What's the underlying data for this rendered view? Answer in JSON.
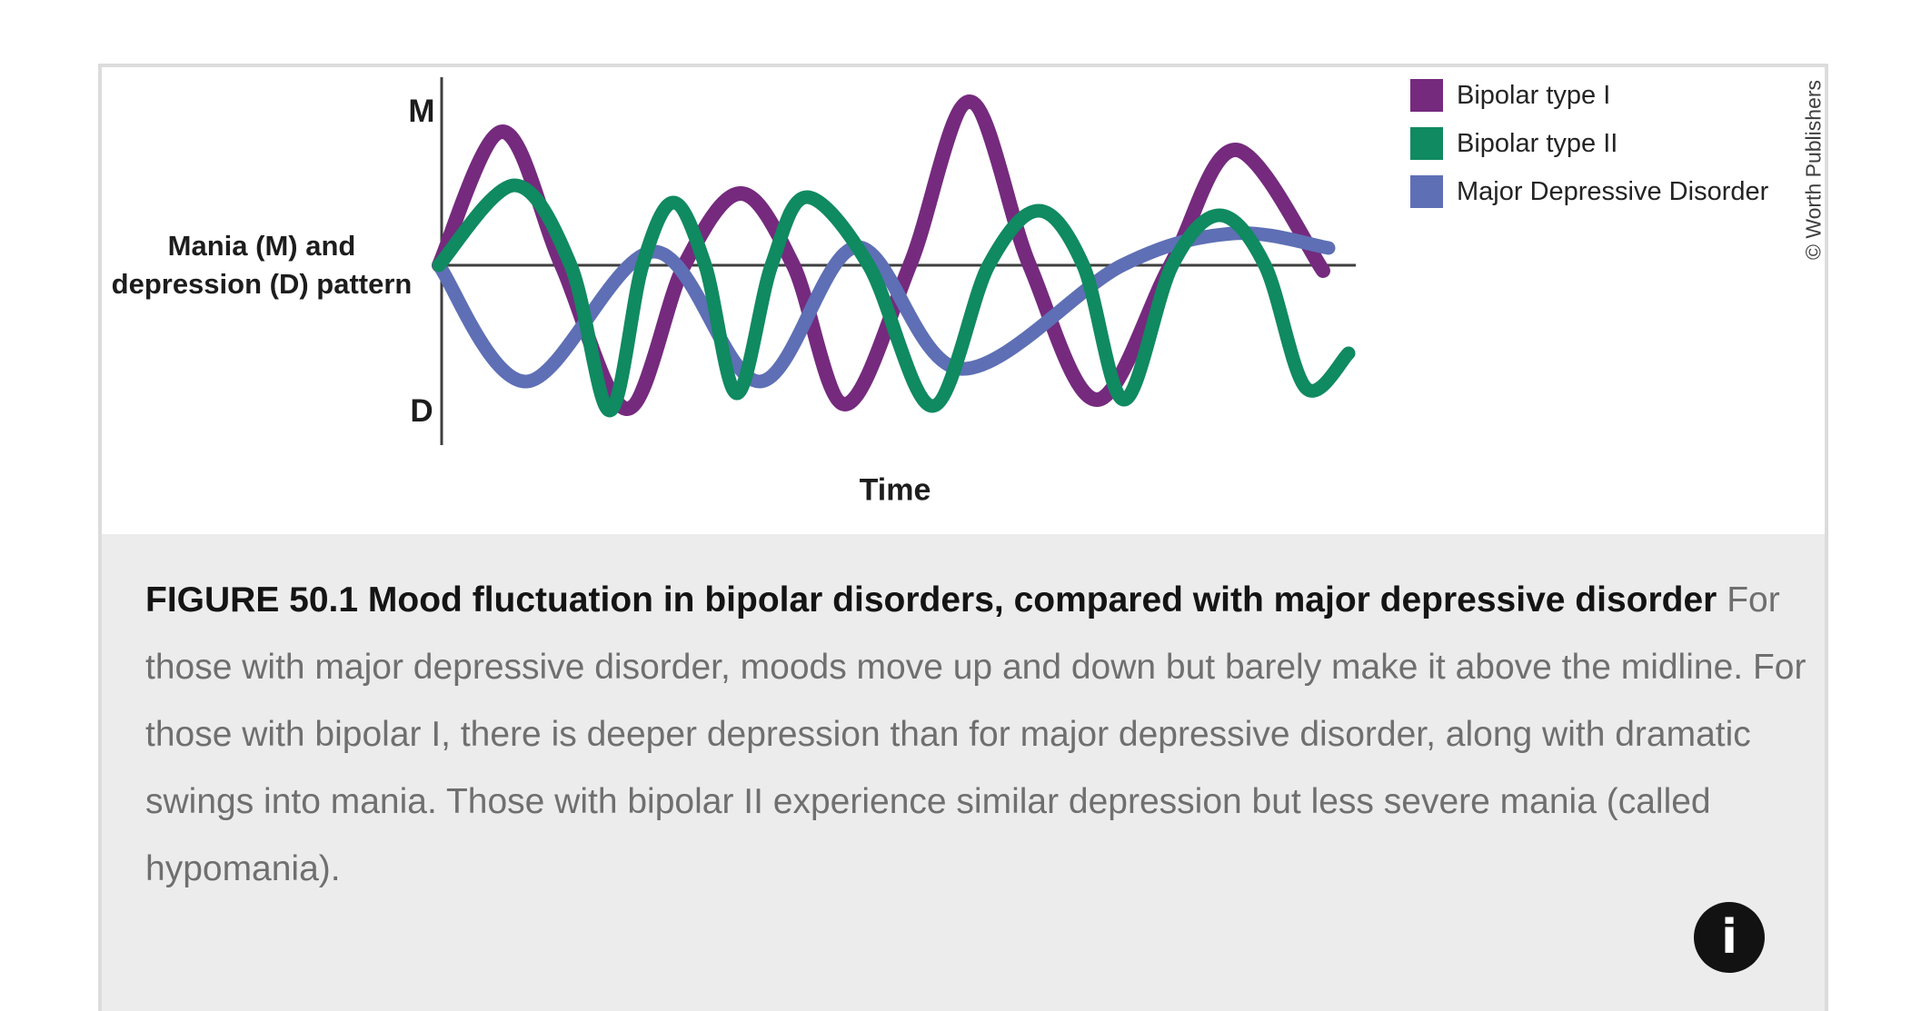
{
  "figure": {
    "credit": "© Worth Publishers"
  },
  "caption": {
    "title": "FIGURE 50.1 Mood fluctuation in bipolar disorders, compared with major depressive disorder",
    "body": "For those with major depressive disorder, moods move up and down but barely make it above the midline. For those with bipolar I, there is deeper depression than for major depressive disorder, along with dramatic swings into mania. Those with bipolar II experience similar depression but less severe mania (called hypomania).",
    "info_glyph": "i"
  },
  "chart_data": {
    "type": "line",
    "title": "",
    "x_label": "Time",
    "y_top_label": "M",
    "y_bottom_label": "D",
    "y_axis_label": "Mania (M) and\ndepression (D) pattern",
    "grid": false,
    "legend_position": "top-right",
    "units": "pixel coordinates; y=292 is the neutral midline, smaller y = toward Mania (M), larger y = toward Depression (D)",
    "axes": {
      "color": "#3f3f3f",
      "width": 3,
      "vertical": {
        "x": 486,
        "y1": 85,
        "y2": 490
      },
      "midline": {
        "x1": 483,
        "x2": 1492,
        "y": 292
      }
    },
    "series": [
      {
        "name": "Bipolar type I",
        "color": "#752A7E",
        "stroke_width": 16,
        "z": 1,
        "points": [
          [
            483,
            292
          ],
          [
            553,
            145
          ],
          [
            618,
            292
          ],
          [
            690,
            450
          ],
          [
            753,
            292
          ],
          [
            815,
            213
          ],
          [
            873,
            292
          ],
          [
            930,
            445
          ],
          [
            1002,
            290
          ],
          [
            1067,
            112
          ],
          [
            1133,
            292
          ],
          [
            1207,
            440
          ],
          [
            1288,
            292
          ],
          [
            1360,
            165
          ],
          [
            1456,
            298
          ]
        ]
      },
      {
        "name": "Bipolar type II",
        "color": "#108A60",
        "stroke_width": 15,
        "z": 3,
        "points": [
          [
            483,
            292
          ],
          [
            566,
            204
          ],
          [
            628,
            292
          ],
          [
            671,
            452
          ],
          [
            707,
            292
          ],
          [
            741,
            223
          ],
          [
            776,
            292
          ],
          [
            811,
            433
          ],
          [
            849,
            292
          ],
          [
            888,
            217
          ],
          [
            956,
            292
          ],
          [
            1026,
            447
          ],
          [
            1088,
            292
          ],
          [
            1143,
            232
          ],
          [
            1192,
            292
          ],
          [
            1237,
            440
          ],
          [
            1290,
            292
          ],
          [
            1342,
            237
          ],
          [
            1392,
            292
          ],
          [
            1437,
            427
          ],
          [
            1484,
            389
          ]
        ]
      },
      {
        "name": "Major Depressive Disorder",
        "color": "#5E6FB5",
        "stroke_width": 15,
        "z": 2,
        "points": [
          [
            483,
            292
          ],
          [
            580,
            420
          ],
          [
            720,
            277
          ],
          [
            836,
            420
          ],
          [
            943,
            272
          ],
          [
            1057,
            406
          ],
          [
            1235,
            292
          ],
          [
            1357,
            257
          ],
          [
            1462,
            273
          ]
        ]
      }
    ]
  }
}
